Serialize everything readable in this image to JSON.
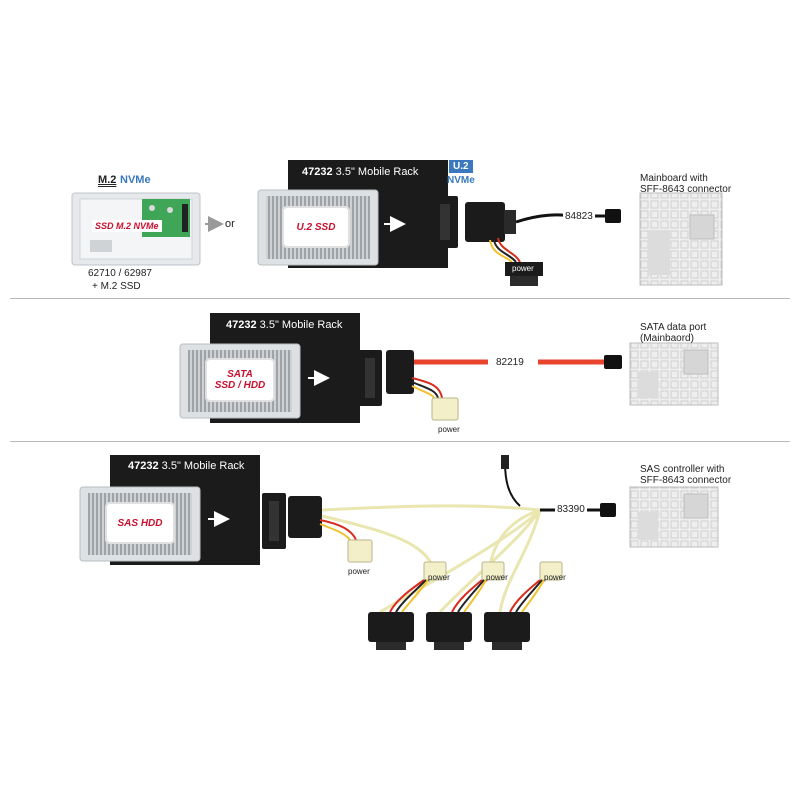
{
  "section1": {
    "m2_label": "M.2",
    "nvme_left": "NVMe",
    "m2_card_label": "SSD M.2 NVMe",
    "part_numbers": "62710 / 62987",
    "plus_ssd": "+ M.2 SSD",
    "or_label": "or",
    "rack_number": "47232",
    "rack_title": "3.5\" Mobile Rack",
    "drive_label": "U.2 SSD",
    "u2_badge": "U.2",
    "nvme_right": "NVMe",
    "power_label": "power",
    "cable_id": "84823",
    "target_line1": "Mainboard with",
    "target_line2": "SFF-8643 connector"
  },
  "section2": {
    "rack_number": "47232",
    "rack_title": "3.5\" Mobile Rack",
    "drive_line1": "SATA",
    "drive_line2": "SSD / HDD",
    "power_label": "power",
    "cable_id": "82219",
    "target_line1": "SATA data port",
    "target_line2": "(Mainbaord)"
  },
  "section3": {
    "rack_number": "47232",
    "rack_title": "3.5\" Mobile Rack",
    "drive_label": "SAS HDD",
    "power_main": "power",
    "power_a": "power",
    "power_b": "power",
    "power_c": "power",
    "cable_id": "83390",
    "target_line1": "SAS controller with",
    "target_line2": "SFF-8643 connector"
  },
  "colors": {
    "rack": "#1b1b1b",
    "sata_red": "#e8432c",
    "sas_cable": "#e9e6b0",
    "drive_text": "#c8102e",
    "nvme_blue": "#3a79bd",
    "pcb_green": "#3fa657"
  }
}
